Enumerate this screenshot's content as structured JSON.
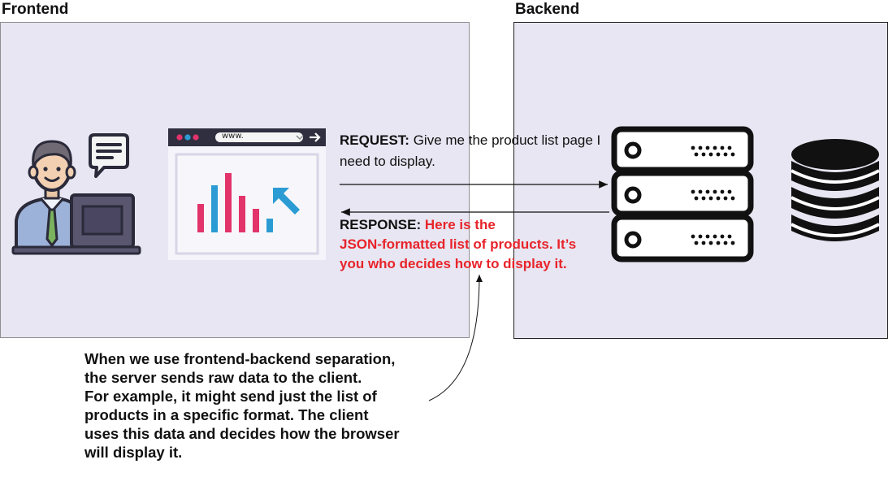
{
  "frontend": {
    "heading": "Frontend"
  },
  "backend": {
    "heading": "Backend"
  },
  "browser": {
    "url_text": "www."
  },
  "request": {
    "label": "REQUEST:",
    "text": "Give me the product list page I need to display."
  },
  "response": {
    "label": "RESPONSE:",
    "text_line1": "Here is the",
    "text_line2": "JSON-formatted list of products. It’s",
    "text_line3": "you who decides how to display it."
  },
  "note": {
    "text": "When we use frontend-backend separation,\nthe server sends raw data to the client.\nFor example, it might send just the list of\nproducts in a specific format. The client\nuses this data and decides how the browser\nwill display it."
  },
  "colors": {
    "panel": "#e7e6f2",
    "response_text": "#e8242a",
    "chart_pink": "#e2336b",
    "chart_blue": "#2b9bd3",
    "server": "#111111"
  },
  "icons": [
    "user-at-computer-icon",
    "speech-bubble-icon",
    "browser-chart-icon",
    "cursor-arrow-icon",
    "server-rack-icon",
    "database-icon"
  ]
}
